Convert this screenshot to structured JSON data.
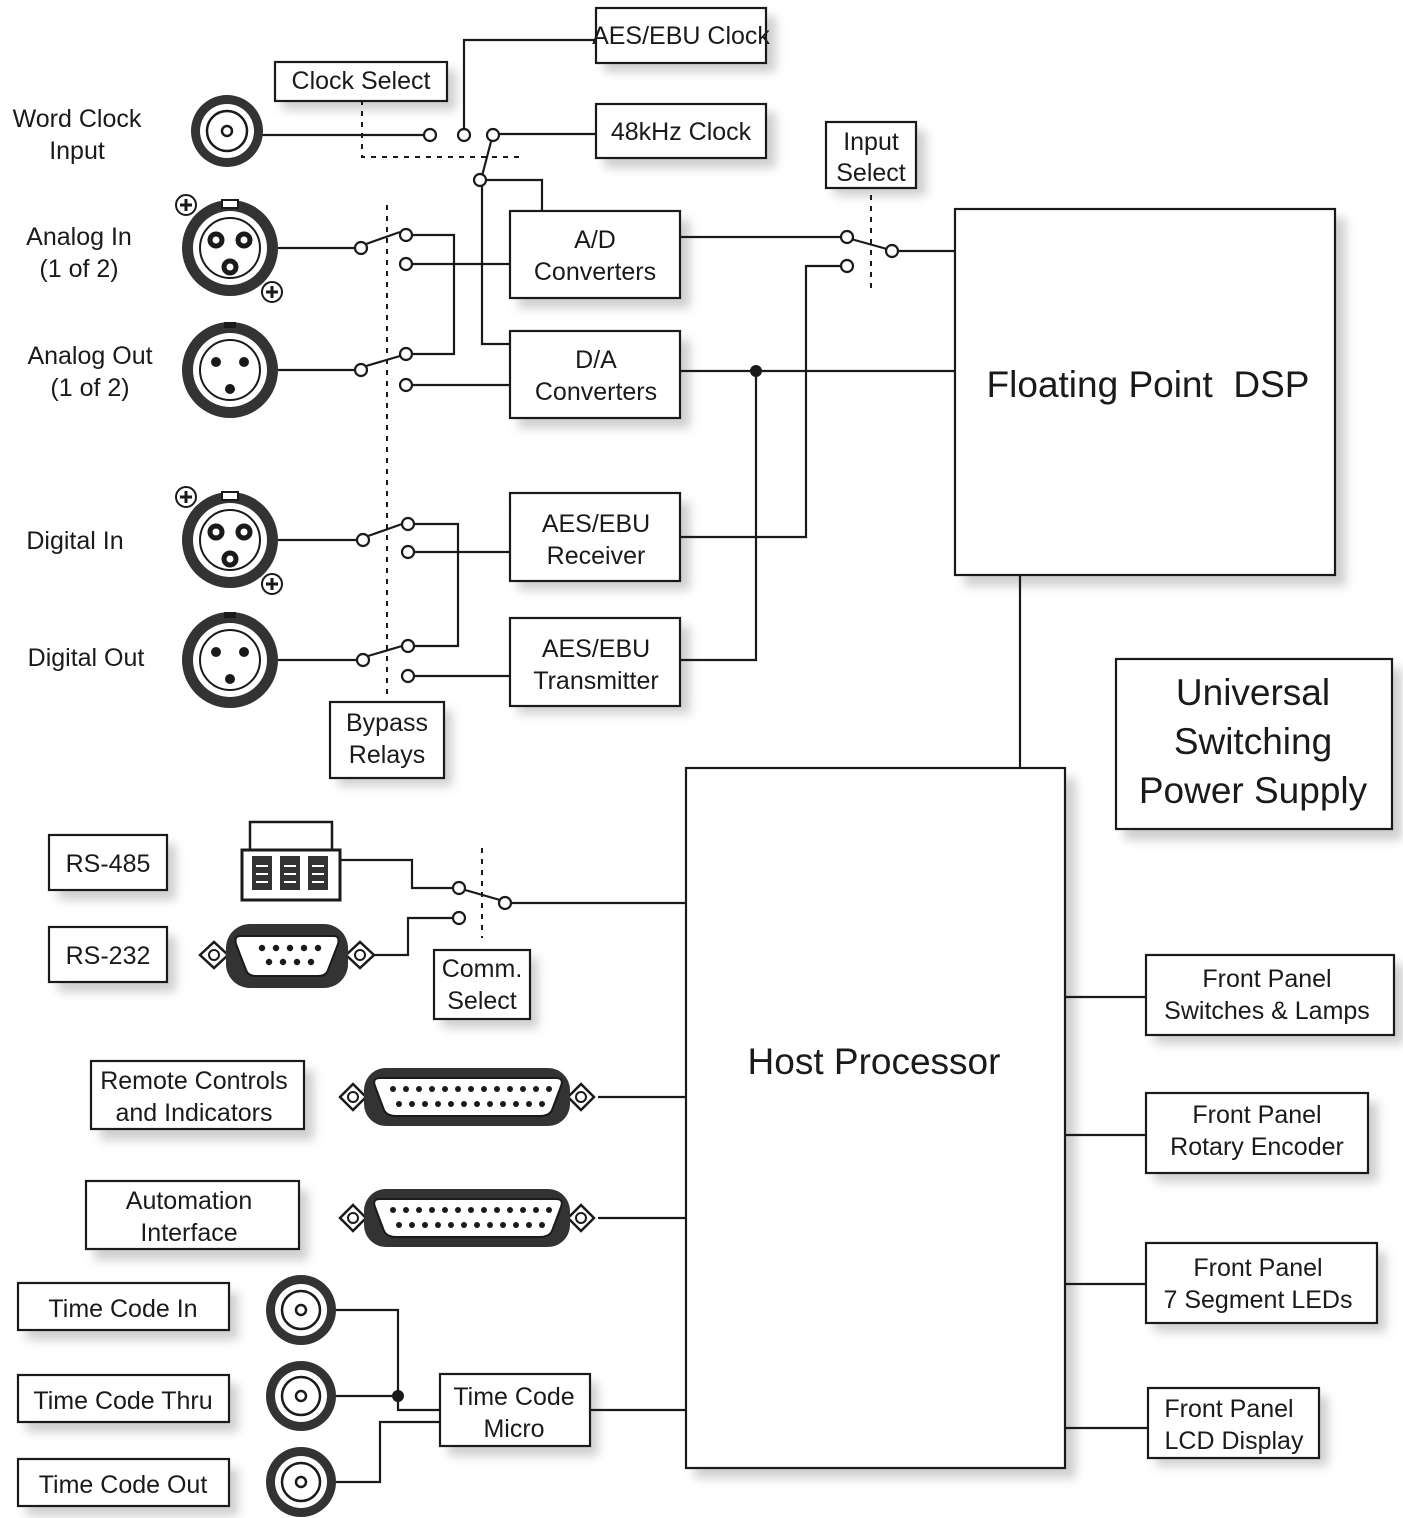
{
  "boxes": {
    "aes_ebu_clock": "AES/EBU Clock",
    "clock_48k": "48kHz Clock",
    "clock_select": "Clock Select",
    "input_select": [
      "Input",
      "Select"
    ],
    "ad_converters": [
      "A/D",
      "Converters"
    ],
    "da_converters": [
      "D/A",
      "Converters"
    ],
    "aes_receiver": [
      "AES/EBU",
      "Receiver"
    ],
    "aes_transmitter": [
      "AES/EBU",
      "Transmitter"
    ],
    "bypass_relays": [
      "Bypass",
      "Relays"
    ],
    "floating_point_dsp": "Floating Point  DSP",
    "power_supply": [
      "Universal",
      "Switching",
      "Power Supply"
    ],
    "host_processor": "Host Processor",
    "rs485": "RS-485",
    "rs232": "RS-232",
    "comm_select": [
      "Comm.",
      "Select"
    ],
    "remote_controls": [
      "Remote Controls",
      "and Indicators"
    ],
    "automation_interface": [
      "Automation",
      "Interface"
    ],
    "time_code_in": "Time Code In",
    "time_code_thru": "Time Code Thru",
    "time_code_out": "Time Code Out",
    "time_code_micro": [
      "Time Code",
      "Micro"
    ],
    "fp_switches": [
      "Front Panel",
      "Switches & Lamps"
    ],
    "fp_encoder": [
      "Front Panel",
      "Rotary Encoder"
    ],
    "fp_leds": [
      "Front Panel",
      "7 Segment LEDs"
    ],
    "fp_lcd": [
      "Front Panel",
      "LCD Display"
    ]
  },
  "labels": {
    "word_clock_input": [
      "Word Clock",
      "Input"
    ],
    "analog_in": [
      "Analog In",
      "(1 of 2)"
    ],
    "analog_out": [
      "Analog Out",
      "(1 of 2)"
    ],
    "digital_in": "Digital In",
    "digital_out": "Digital Out"
  },
  "colors": {
    "line": "#1a1a1a",
    "shadow": "#cfcfcf",
    "background": "#ffffff"
  }
}
